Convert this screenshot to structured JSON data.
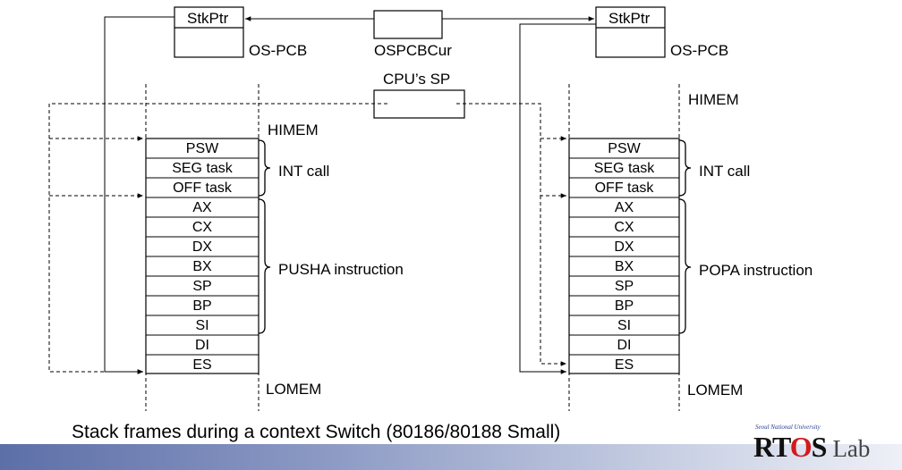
{
  "top": {
    "left_stkptr": "StkPtr",
    "left_pcb": "OS-PCB",
    "right_stkptr": "StkPtr",
    "right_pcb": "OS-PCB",
    "ospcbcur": "OSPCBCur",
    "cpu_sp": "CPU’s SP"
  },
  "left_stack": {
    "himem": "HIMEM",
    "lomem": "LOMEM",
    "cells": [
      "PSW",
      "SEG task",
      "OFF task",
      "AX",
      "CX",
      "DX",
      "BX",
      "SP",
      "BP",
      "SI",
      "DI",
      "ES"
    ],
    "int_call": "INT call",
    "group": "PUSHA instruction"
  },
  "right_stack": {
    "himem": "HIMEM",
    "lomem": "LOMEM",
    "cells": [
      "PSW",
      "SEG task",
      "OFF task",
      "AX",
      "CX",
      "DX",
      "BX",
      "SP",
      "BP",
      "SI",
      "DI",
      "ES"
    ],
    "int_call": "INT call",
    "group": "POPA instruction"
  },
  "caption": "Stack frames during a context Switch (80186/80188 Small)",
  "logo": {
    "university": "Seoul National University",
    "r": "RT",
    "o": "O",
    "s": "S",
    "lab": "Lab"
  }
}
